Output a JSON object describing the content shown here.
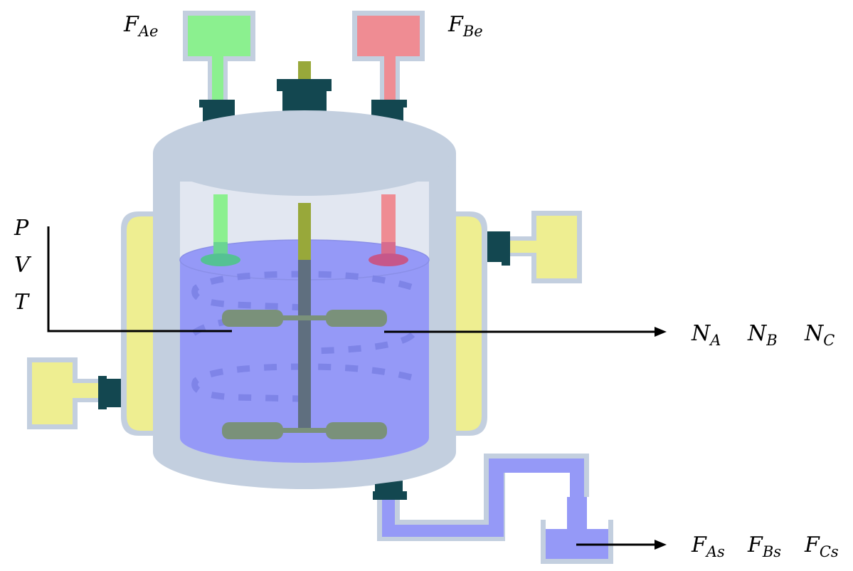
{
  "title": "Continuous stirred-tank reactor schematic",
  "labels": {
    "feed_a": {
      "main": "F",
      "sub": "Ae"
    },
    "feed_b": {
      "main": "F",
      "sub": "Be"
    },
    "state_p": "P",
    "state_v": "V",
    "state_t": "T",
    "moles": [
      {
        "main": "N",
        "sub": "A"
      },
      {
        "main": "N",
        "sub": "B"
      },
      {
        "main": "N",
        "sub": "C"
      }
    ],
    "outflows": [
      {
        "main": "F",
        "sub": "As"
      },
      {
        "main": "F",
        "sub": "Bs"
      },
      {
        "main": "F",
        "sub": "Cs"
      }
    ]
  },
  "colors": {
    "vessel": "#c3cfdf",
    "vessel_inner": "#e2e7f1",
    "liquid": "#9599f7",
    "feed_a": "#8bf08f",
    "feed_b": "#ef8c93",
    "jacket": "#eeee91",
    "fitting": "#134750",
    "shaft_top": "#98a83a",
    "shaft": "#5f6f7f",
    "impeller": "#7a917a"
  }
}
